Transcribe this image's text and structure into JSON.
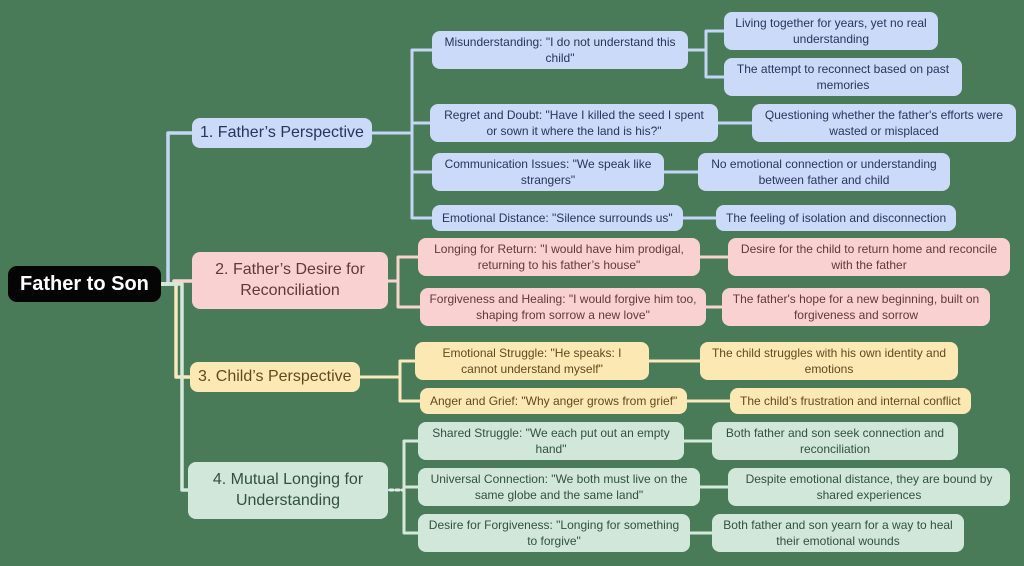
{
  "title": "Father to Son mind map",
  "background_color": "#4a7b58",
  "root": {
    "label": "Father to Son",
    "fill": "#050505",
    "text_color": "#ffffff"
  },
  "branches": [
    {
      "label": "1. Father’s Perspective",
      "fill": "#cbdaf8",
      "text_color": "#25365c",
      "line_color": "#c3d6f6",
      "children": [
        {
          "label": "Misunderstanding: \"I do not understand this child\"",
          "leaves": [
            "Living together for years, yet no real understanding",
            "The attempt to reconnect based on past memories"
          ]
        },
        {
          "label": "Regret and Doubt: \"Have I killed the seed I spent or sown it where the land is his?\"",
          "leaves": [
            "Questioning whether the father's efforts were wasted or misplaced"
          ]
        },
        {
          "label": "Communication Issues: \"We speak like strangers\"",
          "leaves": [
            "No emotional connection or understanding between father and child"
          ]
        },
        {
          "label": "Emotional Distance: \"Silence surrounds us\"",
          "leaves": [
            "The feeling of isolation and disconnection"
          ]
        }
      ]
    },
    {
      "label": "2. Father’s Desire for Reconciliation",
      "fill": "#f8d1d0",
      "text_color": "#603a37",
      "line_color": "#f7d4d0",
      "children": [
        {
          "label": "Longing for Return: \"I would have him prodigal, returning to his father’s house\"",
          "leaves": [
            "Desire for the child to return home and reconcile with the father"
          ]
        },
        {
          "label": "Forgiveness and Healing: \"I would forgive him too, shaping from sorrow a new love\"",
          "leaves": [
            "The father's hope for a new beginning, built on forgiveness and sorrow"
          ]
        }
      ]
    },
    {
      "label": "3. Child’s Perspective",
      "fill": "#fbe8b3",
      "text_color": "#5e4a20",
      "line_color": "#f9e9bd",
      "children": [
        {
          "label": "Emotional Struggle: \"He speaks: I cannot understand myself\"",
          "leaves": [
            "The child struggles with his own identity and emotions"
          ]
        },
        {
          "label": "Anger and Grief: \"Why anger grows from grief\"",
          "leaves": [
            "The child’s frustration and internal conflict"
          ]
        }
      ]
    },
    {
      "label": "4. Mutual Longing for Understanding",
      "fill": "#d1e7da",
      "text_color": "#31503f",
      "line_color": "#d4e8dc",
      "children": [
        {
          "label": "Shared Struggle: \"We each put out an empty hand\"",
          "leaves": [
            "Both father and son seek connection and reconciliation"
          ]
        },
        {
          "label": "Universal Connection: \"We both must live on the same globe and the same land\"",
          "leaves": [
            "Despite emotional distance, they are bound by shared experiences"
          ]
        },
        {
          "label": "Desire for Forgiveness: \"Longing for something to forgive\"",
          "leaves": [
            "Both father and son yearn for a way to heal their emotional wounds"
          ]
        }
      ]
    }
  ]
}
